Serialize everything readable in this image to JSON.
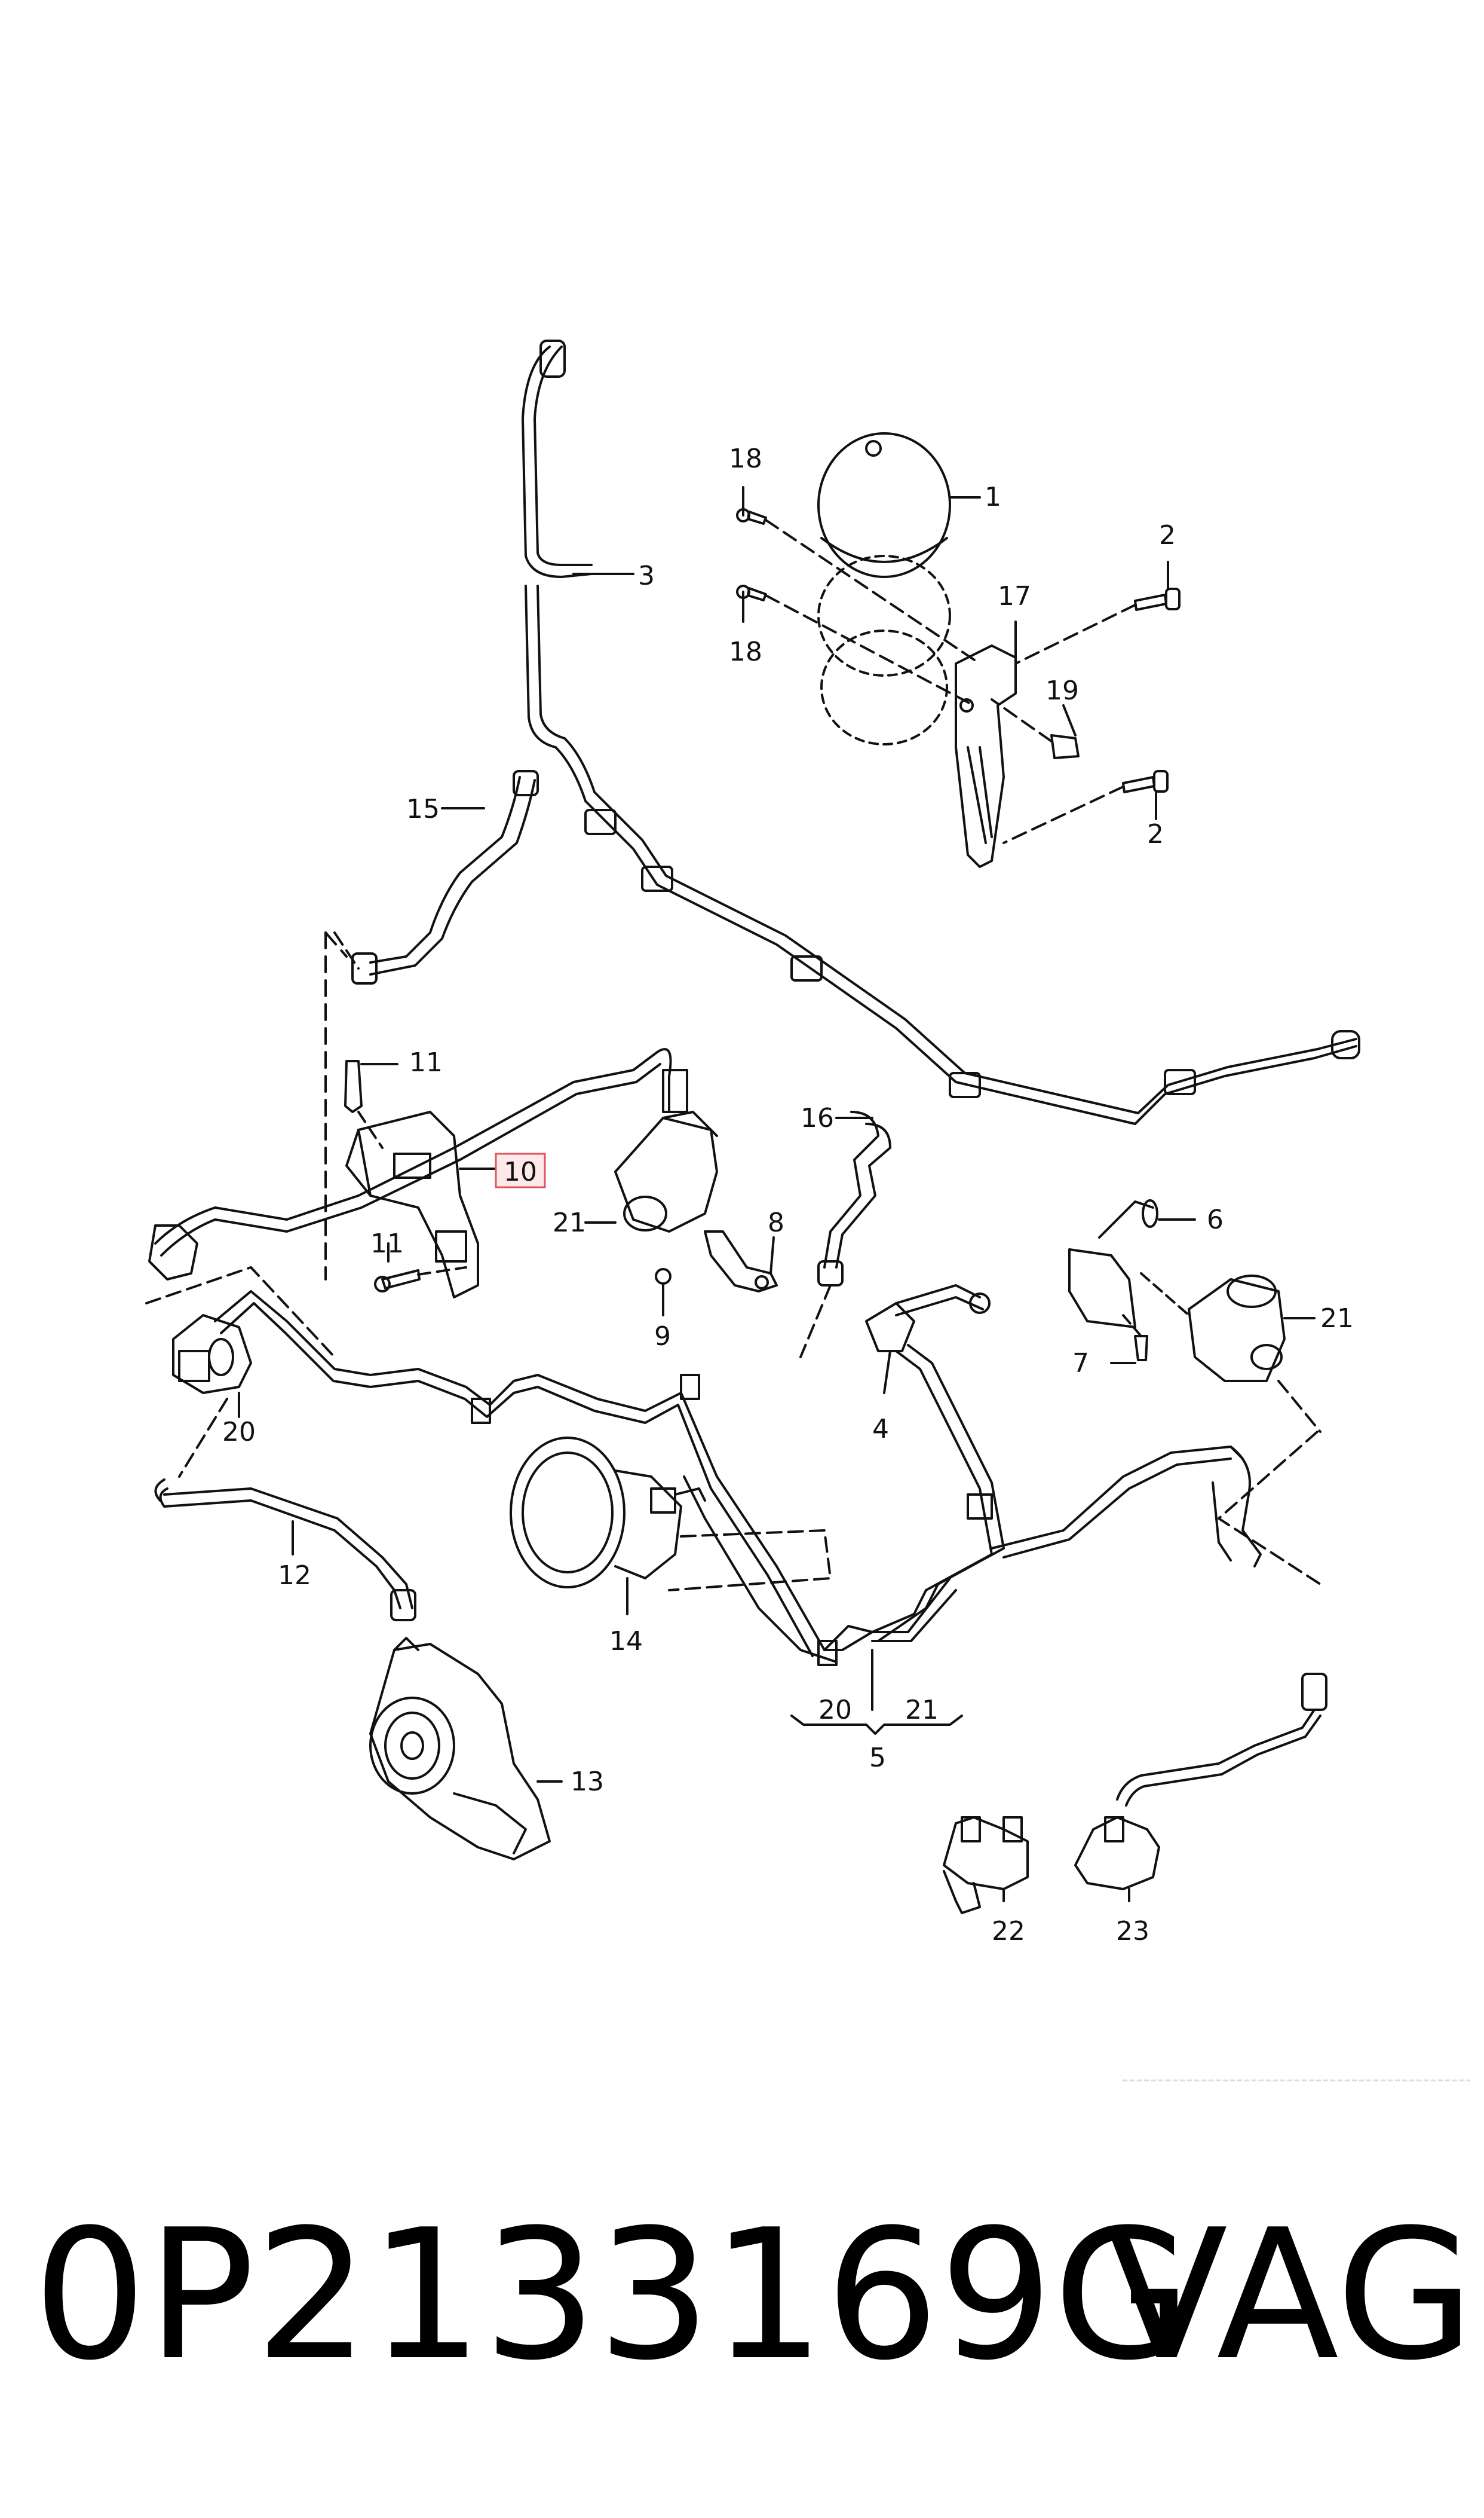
{
  "diagram": {
    "labels": {
      "p1": "1",
      "p2a": "2",
      "p2b": "2",
      "p3": "3",
      "p4": "4",
      "p5": "5",
      "p6": "6",
      "p7": "7",
      "p8": "8",
      "p9": "9",
      "p10": "10",
      "p11a": "11",
      "p11b": "11",
      "p12": "12",
      "p13": "13",
      "p14": "14",
      "p15": "15",
      "p16": "16",
      "p17": "17",
      "p18a": "18",
      "p18b": "18",
      "p19": "19",
      "p20a": "20",
      "p20b": "20",
      "p21a": "21",
      "p21b": "21",
      "p21c": "21",
      "p22": "22",
      "p23": "23"
    },
    "highlighted_part": "10",
    "colors": {
      "line": "#111111",
      "highlight_border": "#e0555f",
      "highlight_fill": "#fde9ea"
    }
  },
  "footer": {
    "part_number": "0P2133169G",
    "brand": "VAG"
  }
}
